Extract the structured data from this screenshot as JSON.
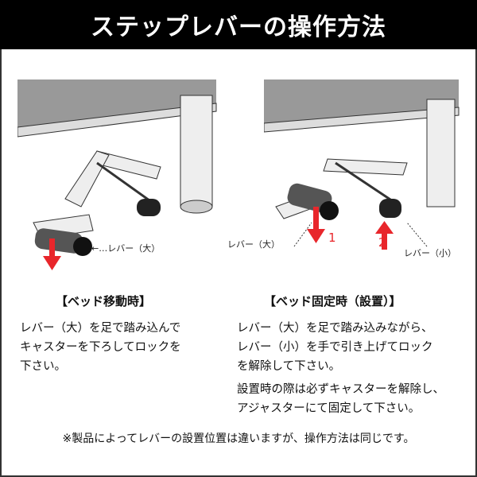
{
  "title": "ステップレバーの操作方法",
  "left": {
    "lever_label": "←…レバー（大）",
    "heading": "【ベッド移動時】",
    "text": "レバー（大）を足で踏み込んで\nキャスターを下ろしてロックを\n下さい。"
  },
  "right": {
    "lever_large_label": "レバー（大）",
    "lever_small_label": "レバー（小）",
    "step1": "1",
    "step2": "2",
    "heading": "【ベッド固定時（設置）】",
    "text": "レバー（大）を足で踏み込みながら、\nレバー（小）を手で引き上げてロック\nを解除して下さい。",
    "text2": "設置時の際は必ずキャスターを解除し、\nアジャスターにて固定して下さい。"
  },
  "note": "※製品によってレバーの設置位置は違いますが、操作方法は同じです。",
  "colors": {
    "arrow": "#e8262b",
    "header": "#000000"
  }
}
